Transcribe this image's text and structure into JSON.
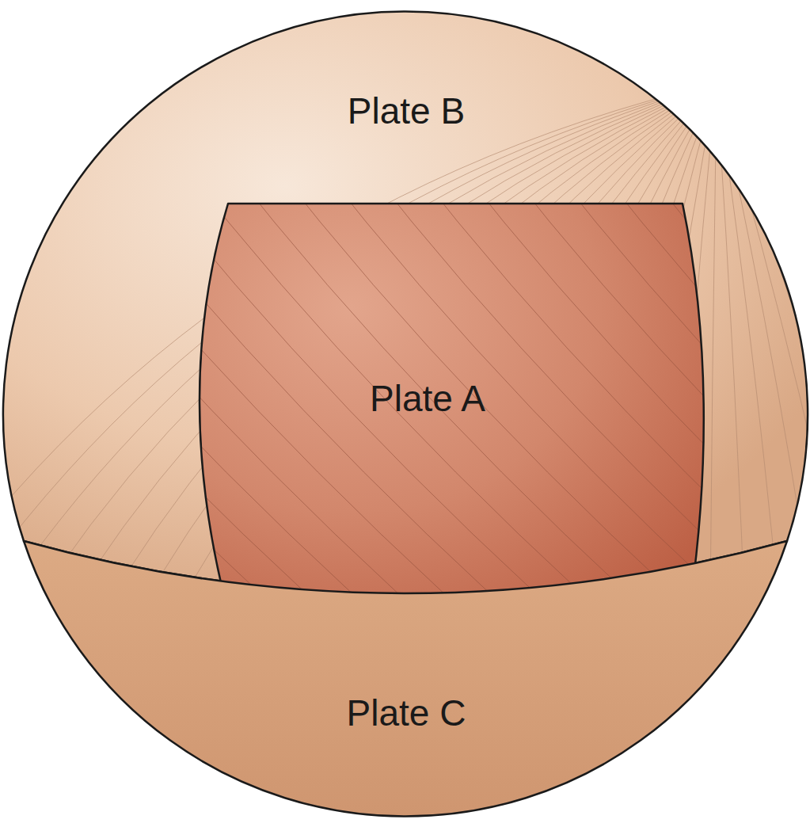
{
  "diagram": {
    "nodes": [
      {
        "text": [
          "Plate B"
        ]
      },
      {
        "text": [
          "Plate A"
        ],
        "in": 0
      },
      {
        "text": [
          "Plate C"
        ]
      }
    ]
  }
}
